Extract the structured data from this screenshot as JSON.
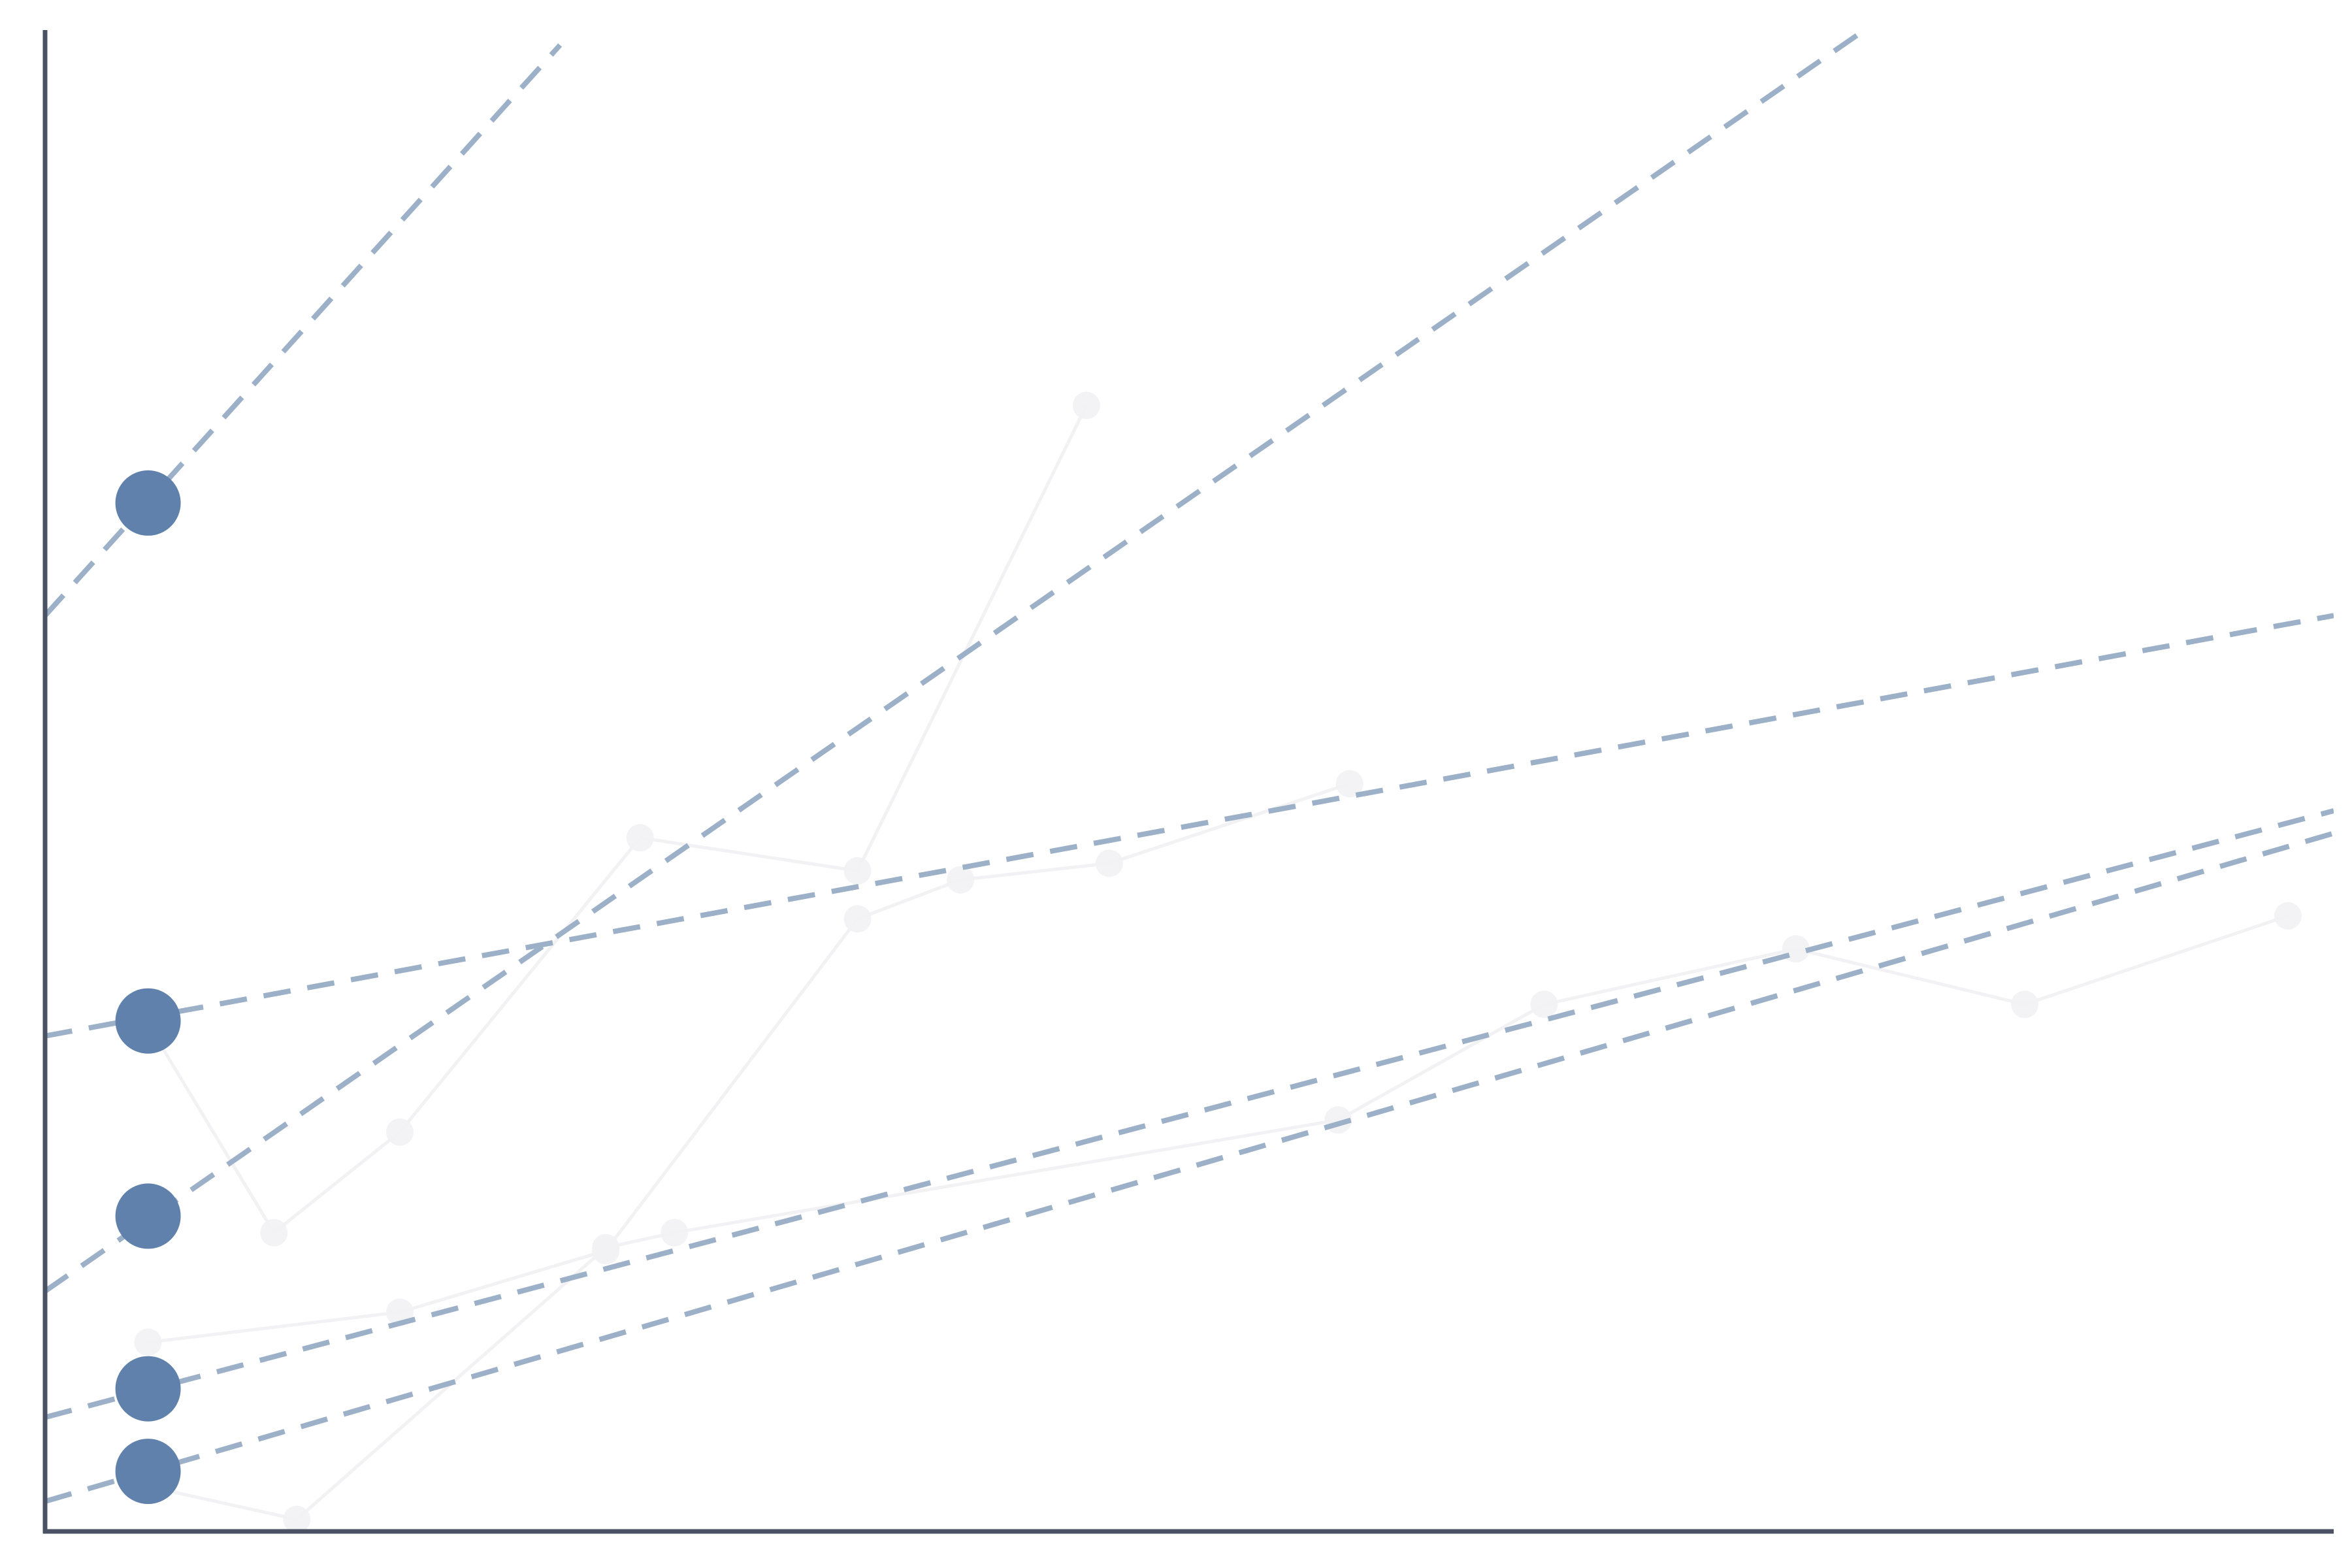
{
  "chart_data": {
    "type": "scatter",
    "title": "",
    "xlabel": "",
    "ylabel": "",
    "xlim": [
      0,
      20
    ],
    "ylim": [
      0,
      100
    ],
    "grid": false,
    "legend": "none",
    "axis_color": "#4a5263",
    "highlight_color": "#5f81ab",
    "trend_color": "#9cb0c8",
    "ghost_color": "#f2f2f4",
    "highlight_points": [
      {
        "x": 0.9,
        "y": 68.5
      },
      {
        "x": 0.9,
        "y": 34.0
      },
      {
        "x": 0.9,
        "y": 21.0
      },
      {
        "x": 0.9,
        "y": 9.5
      },
      {
        "x": 0.9,
        "y": 4.0
      }
    ],
    "trend_lines": [
      {
        "x": [
          0,
          4.5
        ],
        "y": [
          61.0,
          99.0
        ]
      },
      {
        "x": [
          0,
          15.9
        ],
        "y": [
          16.0,
          100.0
        ]
      },
      {
        "x": [
          0,
          20.0
        ],
        "y": [
          33.0,
          61.0
        ]
      },
      {
        "x": [
          0,
          20.0
        ],
        "y": [
          7.6,
          48.0
        ]
      },
      {
        "x": [
          0,
          20.0
        ],
        "y": [
          2.0,
          46.5
        ]
      }
    ],
    "ghost_series": [
      {
        "x": [
          0.9,
          2.0,
          3.1,
          5.2,
          7.1,
          9.1
        ],
        "y": [
          33.8,
          19.9,
          26.6,
          46.2,
          44.0,
          75.0
        ]
      },
      {
        "x": [
          0.9,
          3.1,
          4.9,
          7.1,
          8.0,
          9.3,
          11.4
        ],
        "y": [
          12.6,
          14.6,
          18.7,
          40.8,
          43.4,
          44.5,
          49.8
        ]
      },
      {
        "x": [
          0.9,
          2.2,
          4.9,
          5.5,
          11.3,
          13.1,
          15.3,
          17.3,
          19.6
        ],
        "y": [
          3.0,
          0.8,
          18.9,
          19.9,
          27.4,
          35.1,
          38.8,
          35.1,
          41.0
        ]
      }
    ]
  }
}
